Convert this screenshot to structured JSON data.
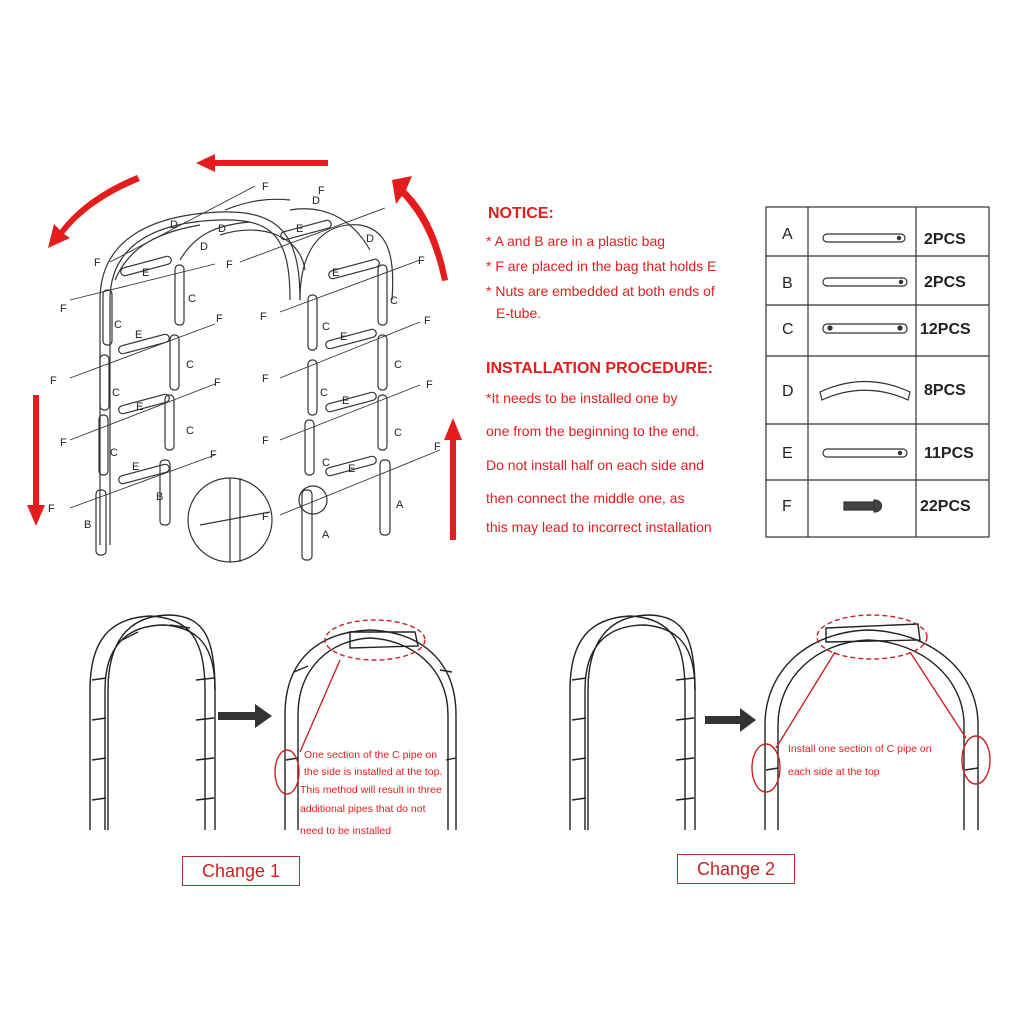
{
  "diagram": {
    "part_labels": {
      "A": "A",
      "B": "B",
      "C": "C",
      "D": "D",
      "E": "E",
      "F": "F"
    }
  },
  "notice": {
    "title": "NOTICE:",
    "items": [
      "* A and B are in a plastic bag",
      "* F are placed in the bag that holds E",
      "* Nuts are embedded at both ends of",
      "E-tube."
    ]
  },
  "procedure": {
    "title": "INSTALLATION PROCEDURE:",
    "lines": [
      "*It needs to be installed one by",
      "one from the beginning to the end.",
      "Do not install half on each side and",
      "then connect the middle one,   as",
      "this may lead to incorrect installation"
    ]
  },
  "parts_table": [
    {
      "letter": "A",
      "qty": "2PCS",
      "icon": "a-tube-icon"
    },
    {
      "letter": "B",
      "qty": "2PCS",
      "icon": "b-tube-icon"
    },
    {
      "letter": "C",
      "qty": "12PCS",
      "icon": "c-tube-icon"
    },
    {
      "letter": "D",
      "qty": "8PCS",
      "icon": "d-curved-tube-icon"
    },
    {
      "letter": "E",
      "qty": "11PCS",
      "icon": "e-tube-icon"
    },
    {
      "letter": "F",
      "qty": "22PCS",
      "icon": "screw-icon"
    }
  ],
  "change1": {
    "label": "Change 1",
    "note": [
      "One section of the C pipe on",
      "the side is installed at the top.",
      "This method will result in three",
      "additional pipes that do not",
      "need to be installed"
    ]
  },
  "change2": {
    "label": "Change 2",
    "note": [
      "Install one section of C pipe on",
      "each side at the top"
    ]
  },
  "colors": {
    "accent": "#e41c1c",
    "line": "#222222",
    "box_border": "#aa3333"
  }
}
